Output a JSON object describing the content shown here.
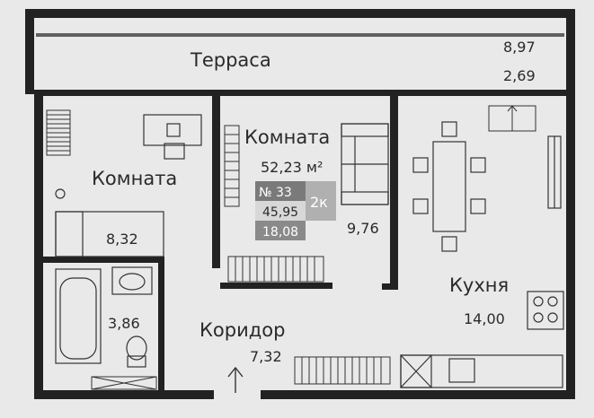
{
  "terrace": {
    "name": "Терраса",
    "area_total": "8,97",
    "area_reduced": "2,69"
  },
  "rooms": {
    "bedroom_left": {
      "name": "Комната",
      "area": "8,32"
    },
    "room_center": {
      "name": "Комната",
      "area": "9,76"
    },
    "kitchen": {
      "name": "Кухня",
      "area": "14,00"
    },
    "bathroom": {
      "area": "3,86"
    },
    "corridor": {
      "name": "Коридор",
      "area": "7,32"
    }
  },
  "apartment": {
    "total_area": "52,23 м²",
    "number": "№ 33",
    "rooms_count": "2к",
    "living_area": "45,95",
    "other_area": "18,08"
  },
  "colors": {
    "wall": "#222222",
    "background": "#e9e9ea",
    "badge_accent": "#7a7a7a"
  }
}
